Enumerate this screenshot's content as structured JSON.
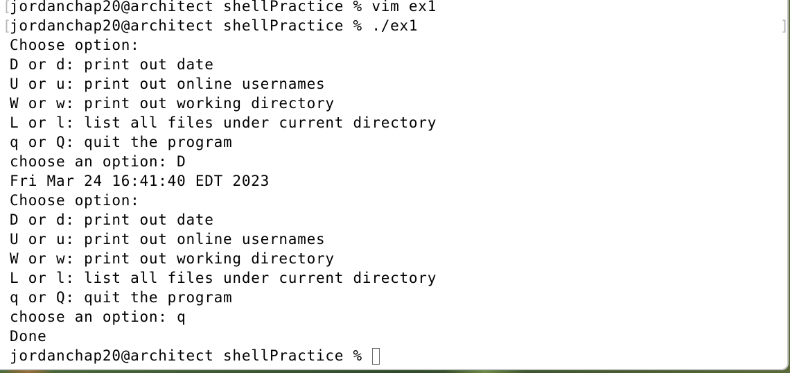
{
  "terminal": {
    "lines": [
      "jordanchap20@architect shellPractice % vim ex1",
      "jordanchap20@architect shellPractice % ./ex1",
      "Choose option:",
      "D or d: print out date",
      "U or u: print out online usernames",
      "W or w: print out working directory",
      "L or l: list all files under current directory",
      "q or Q: quit the program",
      "choose an option: D",
      "Fri Mar 24 16:41:40 EDT 2023",
      "Choose option:",
      "D or d: print out date",
      "U or u: print out online usernames",
      "W or w: print out working directory",
      "L or l: list all files under current directory",
      "q or Q: quit the program",
      "choose an option: q",
      "Done"
    ],
    "prompt": "jordanchap20@architect shellPractice % ",
    "bracket_left": "[",
    "bracket_right": "]"
  },
  "colors": {
    "background": "#ffffff",
    "text": "#000000",
    "cursor": "#6a6a6a"
  }
}
